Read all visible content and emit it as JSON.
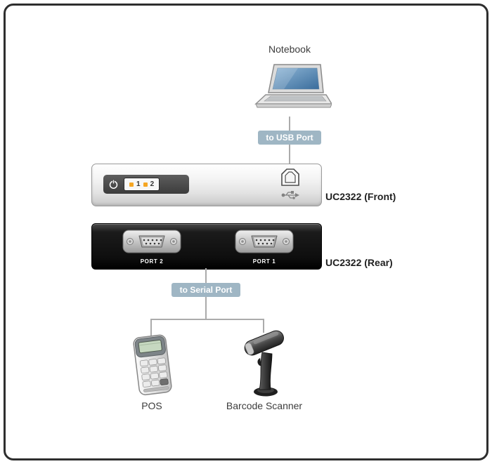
{
  "colors": {
    "badge_bg": "#9fb6c4",
    "badge_text": "#ffffff",
    "connector_line": "#ababab",
    "device_label": "#1f1f1f",
    "caption": "#3c3c3c",
    "led_on": "#f5a623",
    "frame_border": "#2e2e2e"
  },
  "notebook": {
    "label": "Notebook"
  },
  "badges": {
    "usb": "to USB Port",
    "serial": "to Serial Port"
  },
  "front_panel": {
    "label": "UC2322 (Front)",
    "leds": {
      "led1": "1",
      "led2": "2"
    }
  },
  "rear_panel": {
    "label": "UC2322 (Rear)",
    "port_left": "PORT 2",
    "port_right": "PORT 1"
  },
  "peripherals": {
    "pos": "POS",
    "scanner": "Barcode Scanner"
  }
}
